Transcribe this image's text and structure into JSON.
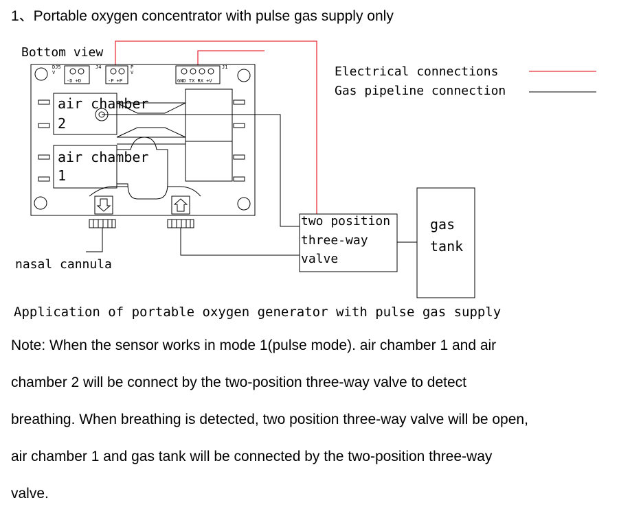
{
  "heading": "1、Portable oxygen concentrator with pulse gas supply only",
  "diagram": {
    "bottom_view": "Bottom view",
    "legend": {
      "electrical": "Electrical connections",
      "gas": "Gas pipeline connection",
      "electrical_color": "#e8323c",
      "gas_color": "#000000"
    },
    "chamber2_label": "air chamber",
    "chamber2_number": "2",
    "chamber1_label": "air chamber",
    "chamber1_number": "1",
    "valve_lines": [
      "two position",
      "three-way",
      "valve"
    ],
    "tank_lines": [
      "gas",
      "tank"
    ],
    "nasal": "nasal cannula",
    "connector_left_tag": "DJ5",
    "connector_left_sub": "V",
    "connector_left_pins": "-D +D",
    "connector_mid_tag": "J4",
    "connector_mid_pins": "-P +P",
    "connector_mid_tag2": "P",
    "connector_mid_sub2": "V",
    "connector_right_tag": "J1",
    "connector_right_pins": "GND TX RX +V"
  },
  "caption": "Application of portable oxygen generator with pulse gas supply",
  "note_lines": [
    "Note: When the sensor works in mode 1(pulse mode). air chamber 1 and air",
    "chamber 2 will be connect by the two-position three-way valve to detect",
    "breathing. When breathing is detected, two position three-way valve will be open,",
    "air chamber 1 and gas tank will be connected by the two-position three-way",
    "valve."
  ]
}
